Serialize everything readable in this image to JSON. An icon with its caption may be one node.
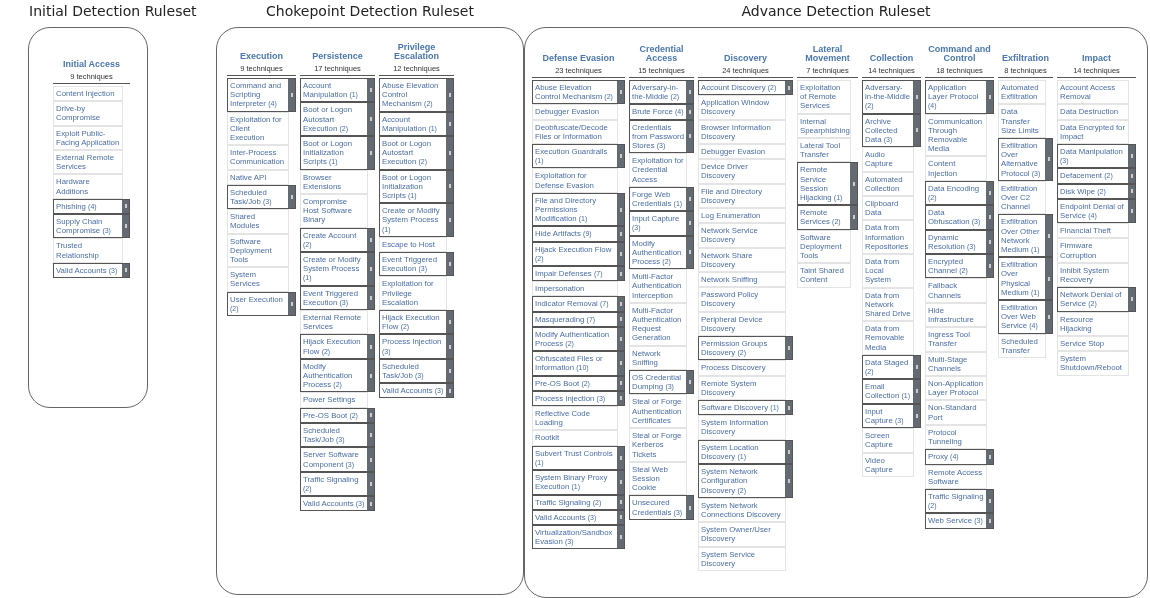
{
  "diagram": {
    "nodes": [
      {
        "text": [
          "Initial Detection Ruleset"
        ]
      },
      {
        "text": [
          "Initial Access",
          "9 techniques"
        ],
        "in": 0
      },
      {
        "text": [
          "Content Injection"
        ],
        "in": 1
      },
      {
        "text": [
          "Drive-by Compromise"
        ],
        "in": 1
      },
      {
        "text": [
          "Exploit Public-Facing Application"
        ],
        "in": 1
      },
      {
        "text": [
          "External Remote Services"
        ],
        "in": 1
      },
      {
        "text": [
          "Hardware Additions"
        ],
        "in": 1
      },
      {
        "text": [
          "Phishing",
          "(4)"
        ],
        "in": 1
      },
      {
        "text": [
          "Supply Chain Compromise",
          "(3)"
        ],
        "in": 1
      },
      {
        "text": [
          "Trusted Relationship"
        ],
        "in": 1
      },
      {
        "text": [
          "Valid Accounts",
          "(3)"
        ],
        "in": 1
      },
      {
        "text": [
          "Chokepoint Detection Ruleset"
        ]
      },
      {
        "text": [
          "Execution",
          "9 techniques"
        ],
        "in": 11
      },
      {
        "text": [
          "Command and Scripting Interpreter",
          "(4)"
        ],
        "in": 12
      },
      {
        "text": [
          "Exploitation for Client Execution"
        ],
        "in": 12
      },
      {
        "text": [
          "Inter-Process Communication"
        ],
        "in": 12
      },
      {
        "text": [
          "Native API"
        ],
        "in": 12
      },
      {
        "text": [
          "Scheduled Task/Job",
          "(3)"
        ],
        "in": 12
      },
      {
        "text": [
          "Shared Modules"
        ],
        "in": 12
      },
      {
        "text": [
          "Software Deployment Tools"
        ],
        "in": 12
      },
      {
        "text": [
          "System Services"
        ],
        "in": 12
      },
      {
        "text": [
          "User Execution",
          "(2)"
        ],
        "in": 12
      },
      {
        "text": [
          "Persistence",
          "17 techniques"
        ],
        "in": 11
      },
      {
        "text": [
          "Account Manipulation",
          "(1)"
        ],
        "in": 22
      },
      {
        "text": [
          "Boot or Logon Autostart Execution",
          "(2)"
        ],
        "in": 22
      },
      {
        "text": [
          "Boot or Logon Initialization Scripts",
          "(1)"
        ],
        "in": 22
      },
      {
        "text": [
          "Browser Extensions"
        ],
        "in": 22
      },
      {
        "text": [
          "Compromise Host Software Binary"
        ],
        "in": 22
      },
      {
        "text": [
          "Create Account",
          "(2)"
        ],
        "in": 22
      },
      {
        "text": [
          "Create or Modify System Process",
          "(1)"
        ],
        "in": 22
      },
      {
        "text": [
          "Event Triggered Execution",
          "(3)"
        ],
        "in": 22
      },
      {
        "text": [
          "External Remote Services"
        ],
        "in": 22
      },
      {
        "text": [
          "Hijack Execution Flow",
          "(2)"
        ],
        "in": 22
      },
      {
        "text": [
          "Modify Authentication Process",
          "(2)"
        ],
        "in": 22
      },
      {
        "text": [
          "Power Settings"
        ],
        "in": 22
      },
      {
        "text": [
          "Pre-OS Boot",
          "(2)"
        ],
        "in": 22
      },
      {
        "text": [
          "Scheduled Task/Job",
          "(3)"
        ],
        "in": 22
      },
      {
        "text": [
          "Server Software Component",
          "(3)"
        ],
        "in": 22
      },
      {
        "text": [
          "Traffic Signaling",
          "(2)"
        ],
        "in": 22
      },
      {
        "text": [
          "Valid Accounts",
          "(3)"
        ],
        "in": 22
      },
      {
        "text": [
          "Privilege Escalation",
          "12 techniques"
        ],
        "in": 11
      },
      {
        "text": [
          "Abuse Elevation Control Mechanism",
          "(2)"
        ],
        "in": 40
      },
      {
        "text": [
          "Account Manipulation",
          "(1)"
        ],
        "in": 40
      },
      {
        "text": [
          "Boot or Logon Autostart Execution",
          "(2)"
        ],
        "in": 40
      },
      {
        "text": [
          "Boot or Logon Initialization Scripts",
          "(1)"
        ],
        "in": 40
      },
      {
        "text": [
          "Create or Modify System Process",
          "(1)"
        ],
        "in": 40
      },
      {
        "text": [
          "Escape to Host"
        ],
        "in": 40
      },
      {
        "text": [
          "Event Triggered Execution",
          "(3)"
        ],
        "in": 40
      },
      {
        "text": [
          "Exploitation for Privilege Escalation"
        ],
        "in": 40
      },
      {
        "text": [
          "Hijack Execution Flow",
          "(2)"
        ],
        "in": 40
      },
      {
        "text": [
          "Process Injection",
          "(3)"
        ],
        "in": 40
      },
      {
        "text": [
          "Scheduled Task/Job",
          "(3)"
        ],
        "in": 40
      },
      {
        "text": [
          "Valid Accounts",
          "(3)"
        ],
        "in": 40
      },
      {
        "text": [
          "Advance Detection Ruleset"
        ]
      },
      {
        "text": [
          "Defense Evasion",
          "23 techniques"
        ],
        "in": 53
      },
      {
        "text": [
          "Abuse Elevation Control Mechanism",
          "(2)"
        ],
        "in": 54
      },
      {
        "text": [
          "Debugger Evasion"
        ],
        "in": 54
      },
      {
        "text": [
          "Deobfuscate/Decode Files or Information"
        ],
        "in": 54
      },
      {
        "text": [
          "Execution Guardrails",
          "(1)"
        ],
        "in": 54
      },
      {
        "text": [
          "Exploitation for Defense Evasion"
        ],
        "in": 54
      },
      {
        "text": [
          "File and Directory Permissions Modification",
          "(1)"
        ],
        "in": 54
      },
      {
        "text": [
          "Hide Artifacts",
          "(9)"
        ],
        "in": 54
      },
      {
        "text": [
          "Hijack Execution Flow",
          "(2)"
        ],
        "in": 54
      },
      {
        "text": [
          "Impair Defenses",
          "(7)"
        ],
        "in": 54
      },
      {
        "text": [
          "Impersonation"
        ],
        "in": 54
      },
      {
        "text": [
          "Indicator Removal",
          "(7)"
        ],
        "in": 54
      },
      {
        "text": [
          "Masquerading",
          "(7)"
        ],
        "in": 54
      },
      {
        "text": [
          "Modify Authentication Process",
          "(2)"
        ],
        "in": 54
      },
      {
        "text": [
          "Obfuscated Files or Information",
          "(10)"
        ],
        "in": 54
      },
      {
        "text": [
          "Pre-OS Boot",
          "(2)"
        ],
        "in": 54
      },
      {
        "text": [
          "Process Injection",
          "(3)"
        ],
        "in": 54
      },
      {
        "text": [
          "Reflective Code Loading"
        ],
        "in": 54
      },
      {
        "text": [
          "Rootkit"
        ],
        "in": 54
      },
      {
        "text": [
          "Subvert Trust Controls",
          "(1)"
        ],
        "in": 54
      },
      {
        "text": [
          "System Binary Proxy Execution",
          "(1)"
        ],
        "in": 54
      },
      {
        "text": [
          "Traffic Signaling",
          "(2)"
        ],
        "in": 54
      },
      {
        "text": [
          "Valid Accounts",
          "(3)"
        ],
        "in": 54
      },
      {
        "text": [
          "Virtualization/Sandbox Evasion",
          "(3)"
        ],
        "in": 54
      },
      {
        "text": [
          "Credential Access",
          "15 techniques"
        ],
        "in": 53
      },
      {
        "text": [
          "Adversary-in-the-Middle",
          "(2)"
        ],
        "in": 78
      },
      {
        "text": [
          "Brute Force",
          "(4)"
        ],
        "in": 78
      },
      {
        "text": [
          "Credentials from Password Stores",
          "(3)"
        ],
        "in": 78
      },
      {
        "text": [
          "Exploitation for Credential Access"
        ],
        "in": 78
      },
      {
        "text": [
          "Forge Web Credentials",
          "(1)"
        ],
        "in": 78
      },
      {
        "text": [
          "Input Capture",
          "(3)"
        ],
        "in": 78
      },
      {
        "text": [
          "Modify Authentication Process",
          "(2)"
        ],
        "in": 78
      },
      {
        "text": [
          "Multi-Factor Authentication Interception"
        ],
        "in": 78
      },
      {
        "text": [
          "Multi-Factor Authentication Request Generation"
        ],
        "in": 78
      },
      {
        "text": [
          "Network Sniffing"
        ],
        "in": 78
      },
      {
        "text": [
          "OS Credential Dumping",
          "(3)"
        ],
        "in": 78
      },
      {
        "text": [
          "Steal or Forge Authentication Certificates"
        ],
        "in": 78
      },
      {
        "text": [
          "Steal or Forge Kerberos Tickets"
        ],
        "in": 78
      },
      {
        "text": [
          "Steal Web Session Cookie"
        ],
        "in": 78
      },
      {
        "text": [
          "Unsecured Credentials",
          "(3)"
        ],
        "in": 78
      },
      {
        "text": [
          "Discovery",
          "24 techniques"
        ],
        "in": 53
      },
      {
        "text": [
          "Account Discovery",
          "(2)"
        ],
        "in": 94
      },
      {
        "text": [
          "Application Window Discovery"
        ],
        "in": 94
      },
      {
        "text": [
          "Browser Information Discovery"
        ],
        "in": 94
      },
      {
        "text": [
          "Debugger Evasion"
        ],
        "in": 94
      },
      {
        "text": [
          "Device Driver Discovery"
        ],
        "in": 94
      },
      {
        "text": [
          "File and Directory Discovery"
        ],
        "in": 94
      },
      {
        "text": [
          "Log Enumeration"
        ],
        "in": 94
      },
      {
        "text": [
          "Network Service Discovery"
        ],
        "in": 94
      },
      {
        "text": [
          "Network Share Discovery"
        ],
        "in": 94
      },
      {
        "text": [
          "Network Sniffing"
        ],
        "in": 94
      },
      {
        "text": [
          "Password Policy Discovery"
        ],
        "in": 94
      },
      {
        "text": [
          "Peripheral Device Discovery"
        ],
        "in": 94
      },
      {
        "text": [
          "Permission Groups Discovery",
          "(2)"
        ],
        "in": 94
      },
      {
        "text": [
          "Process Discovery"
        ],
        "in": 94
      },
      {
        "text": [
          "Remote System Discovery"
        ],
        "in": 94
      },
      {
        "text": [
          "Software Discovery",
          "(1)"
        ],
        "in": 94
      },
      {
        "text": [
          "System Information Discovery"
        ],
        "in": 94
      },
      {
        "text": [
          "System Location Discovery",
          "(1)"
        ],
        "in": 94
      },
      {
        "text": [
          "System Network Configuration Discovery",
          "(2)"
        ],
        "in": 94
      },
      {
        "text": [
          "System Network Connections Discovery"
        ],
        "in": 94
      },
      {
        "text": [
          "System Owner/User Discovery"
        ],
        "in": 94
      },
      {
        "text": [
          "System Service Discovery"
        ],
        "in": 94
      },
      {
        "text": [
          "Lateral Movement",
          "7 techniques"
        ],
        "in": 53
      },
      {
        "text": [
          "Exploitation of Remote Services"
        ],
        "in": 117
      },
      {
        "text": [
          "Internal Spearphishing"
        ],
        "in": 117
      },
      {
        "text": [
          "Lateral Tool Transfer"
        ],
        "in": 117
      },
      {
        "text": [
          "Remote Service Session Hijacking",
          "(1)"
        ],
        "in": 117
      },
      {
        "text": [
          "Remote Services",
          "(2)"
        ],
        "in": 117
      },
      {
        "text": [
          "Software Deployment Tools"
        ],
        "in": 117
      },
      {
        "text": [
          "Taint Shared Content"
        ],
        "in": 117
      },
      {
        "text": [
          "Collection",
          "14 techniques"
        ],
        "in": 53
      },
      {
        "text": [
          "Adversary-in-the-Middle",
          "(2)"
        ],
        "in": 125
      },
      {
        "text": [
          "Archive Collected Data",
          "(3)"
        ],
        "in": 125
      },
      {
        "text": [
          "Audio Capture"
        ],
        "in": 125
      },
      {
        "text": [
          "Automated Collection"
        ],
        "in": 125
      },
      {
        "text": [
          "Clipboard Data"
        ],
        "in": 125
      },
      {
        "text": [
          "Data from Information Repositories"
        ],
        "in": 125
      },
      {
        "text": [
          "Data from Local System"
        ],
        "in": 125
      },
      {
        "text": [
          "Data from Network Shared Drive"
        ],
        "in": 125
      },
      {
        "text": [
          "Data from Removable Media"
        ],
        "in": 125
      },
      {
        "text": [
          "Data Staged",
          "(2)"
        ],
        "in": 125
      },
      {
        "text": [
          "Email Collection",
          "(1)"
        ],
        "in": 125
      },
      {
        "text": [
          "Input Capture",
          "(3)"
        ],
        "in": 125
      },
      {
        "text": [
          "Screen Capture"
        ],
        "in": 125
      },
      {
        "text": [
          "Video Capture"
        ],
        "in": 125
      },
      {
        "text": [
          "Command and Control",
          "18 techniques"
        ],
        "in": 53
      },
      {
        "text": [
          "Application Layer Protocol",
          "(4)"
        ],
        "in": 140
      },
      {
        "text": [
          "Communication Through Removable Media"
        ],
        "in": 140
      },
      {
        "text": [
          "Content Injection"
        ],
        "in": 140
      },
      {
        "text": [
          "Data Encoding",
          "(2)"
        ],
        "in": 140
      },
      {
        "text": [
          "Data Obfuscation",
          "(3)"
        ],
        "in": 140
      },
      {
        "text": [
          "Dynamic Resolution",
          "(3)"
        ],
        "in": 140
      },
      {
        "text": [
          "Encrypted Channel",
          "(2)"
        ],
        "in": 140
      },
      {
        "text": [
          "Fallback Channels"
        ],
        "in": 140
      },
      {
        "text": [
          "Hide Infrastructure"
        ],
        "in": 140
      },
      {
        "text": [
          "Ingress Tool Transfer"
        ],
        "in": 140
      },
      {
        "text": [
          "Multi-Stage Channels"
        ],
        "in": 140
      },
      {
        "text": [
          "Non-Application Layer Protocol"
        ],
        "in": 140
      },
      {
        "text": [
          "Non-Standard Port"
        ],
        "in": 140
      },
      {
        "text": [
          "Protocol Tunneling"
        ],
        "in": 140
      },
      {
        "text": [
          "Proxy",
          "(4)"
        ],
        "in": 140
      },
      {
        "text": [
          "Remote Access Software"
        ],
        "in": 140
      },
      {
        "text": [
          "Traffic Signaling",
          "(2)"
        ],
        "in": 140
      },
      {
        "text": [
          "Web Service",
          "(3)"
        ],
        "in": 140
      },
      {
        "text": [
          "Exfiltration",
          "8 techniques"
        ],
        "in": 53
      },
      {
        "text": [
          "Automated Exfiltration"
        ],
        "in": 159
      },
      {
        "text": [
          "Data Transfer Size Limits"
        ],
        "in": 159
      },
      {
        "text": [
          "Exfiltration Over Alternative Protocol",
          "(3)"
        ],
        "in": 159
      },
      {
        "text": [
          "Exfiltration Over C2 Channel"
        ],
        "in": 159
      },
      {
        "text": [
          "Exfiltration Over Other Network Medium",
          "(1)"
        ],
        "in": 159
      },
      {
        "text": [
          "Exfiltration Over Physical Medium",
          "(1)"
        ],
        "in": 159
      },
      {
        "text": [
          "Exfiltration Over Web Service",
          "(4)"
        ],
        "in": 159
      },
      {
        "text": [
          "Scheduled Transfer"
        ],
        "in": 159
      },
      {
        "text": [
          "Impact",
          "14 techniques"
        ],
        "in": 53
      },
      {
        "text": [
          "Account Access Removal"
        ],
        "in": 168
      },
      {
        "text": [
          "Data Destruction"
        ],
        "in": 168
      },
      {
        "text": [
          "Data Encrypted for Impact"
        ],
        "in": 168
      },
      {
        "text": [
          "Data Manipulation",
          "(3)"
        ],
        "in": 168
      },
      {
        "text": [
          "Defacement",
          "(2)"
        ],
        "in": 168
      },
      {
        "text": [
          "Disk Wipe",
          "(2)"
        ],
        "in": 168
      },
      {
        "text": [
          "Endpoint Denial of Service",
          "(4)"
        ],
        "in": 168
      },
      {
        "text": [
          "Financial Theft"
        ],
        "in": 168
      },
      {
        "text": [
          "Firmware Corruption"
        ],
        "in": 168
      },
      {
        "text": [
          "Inhibit System Recovery"
        ],
        "in": 168
      },
      {
        "text": [
          "Network Denial of Service",
          "(2)"
        ],
        "in": 168
      },
      {
        "text": [
          "Resource Hijacking"
        ],
        "in": 168
      },
      {
        "text": [
          "Service Stop"
        ],
        "in": 168
      },
      {
        "text": [
          "System Shutdown/Reboot"
        ],
        "in": 168
      }
    ]
  }
}
